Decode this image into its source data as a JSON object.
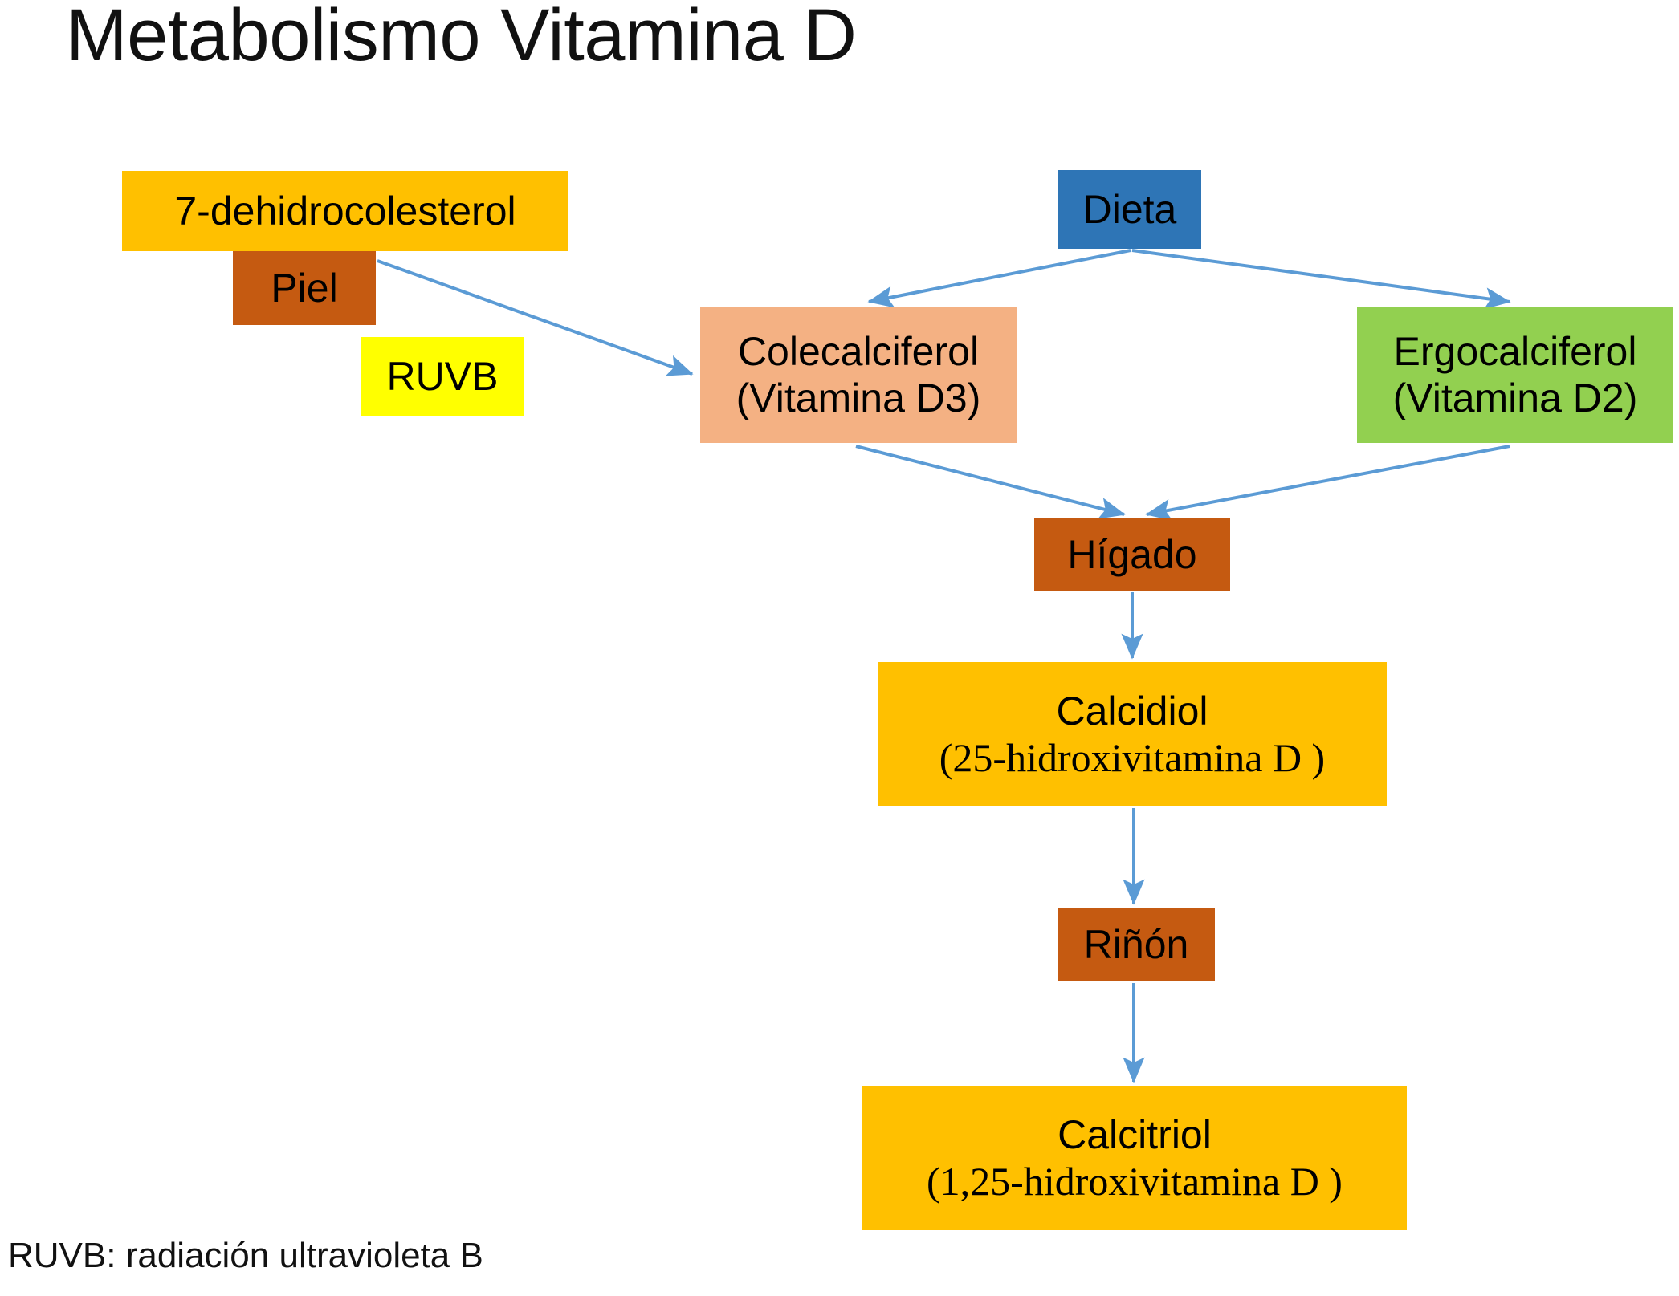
{
  "title": "Metabolismo Vitamina D",
  "footnote": "RUVB: radiación ultravioleta B",
  "colors": {
    "amber": "#FFC000",
    "brown": "#C55A11",
    "yellow": "#FFFF00",
    "blue": "#2E75B6",
    "peach": "#F4B183",
    "green": "#92D050",
    "arrow": "#5B9BD5",
    "text": "#000000",
    "background": "#FFFFFF"
  },
  "diagram_data": {
    "type": "flowchart",
    "nodes": [
      {
        "id": "dhc",
        "label": "7-dehidrocolesterol",
        "label2": "",
        "color": "#FFC000"
      },
      {
        "id": "piel",
        "label": "Piel",
        "label2": "",
        "color": "#C55A11"
      },
      {
        "id": "ruvb",
        "label": "RUVB",
        "label2": "",
        "color": "#FFFF00"
      },
      {
        "id": "dieta",
        "label": "Dieta",
        "label2": "",
        "color": "#2E75B6"
      },
      {
        "id": "cole",
        "label": "Colecalciferol",
        "label2": "(Vitamina D3)",
        "color": "#F4B183"
      },
      {
        "id": "ergo",
        "label": "Ergocalciferol",
        "label2": "(Vitamina D2)",
        "color": "#92D050"
      },
      {
        "id": "higado",
        "label": "Hígado",
        "label2": "",
        "color": "#C55A11"
      },
      {
        "id": "calcidiol",
        "label": "Calcidiol",
        "label2": "(25-hidroxivitamina D )",
        "color": "#FFC000"
      },
      {
        "id": "rinon",
        "label": "Riñón",
        "label2": "",
        "color": "#C55A11"
      },
      {
        "id": "calcitriol",
        "label": "Calcitriol",
        "label2": "(1,25-hidroxivitamina D )",
        "color": "#FFC000"
      }
    ],
    "edges": [
      {
        "from": "piel",
        "to": "cole"
      },
      {
        "from": "dieta",
        "to": "cole"
      },
      {
        "from": "dieta",
        "to": "ergo"
      },
      {
        "from": "cole",
        "to": "higado"
      },
      {
        "from": "ergo",
        "to": "higado"
      },
      {
        "from": "higado",
        "to": "calcidiol"
      },
      {
        "from": "calcidiol",
        "to": "rinon"
      },
      {
        "from": "rinon",
        "to": "calcitriol"
      }
    ]
  }
}
